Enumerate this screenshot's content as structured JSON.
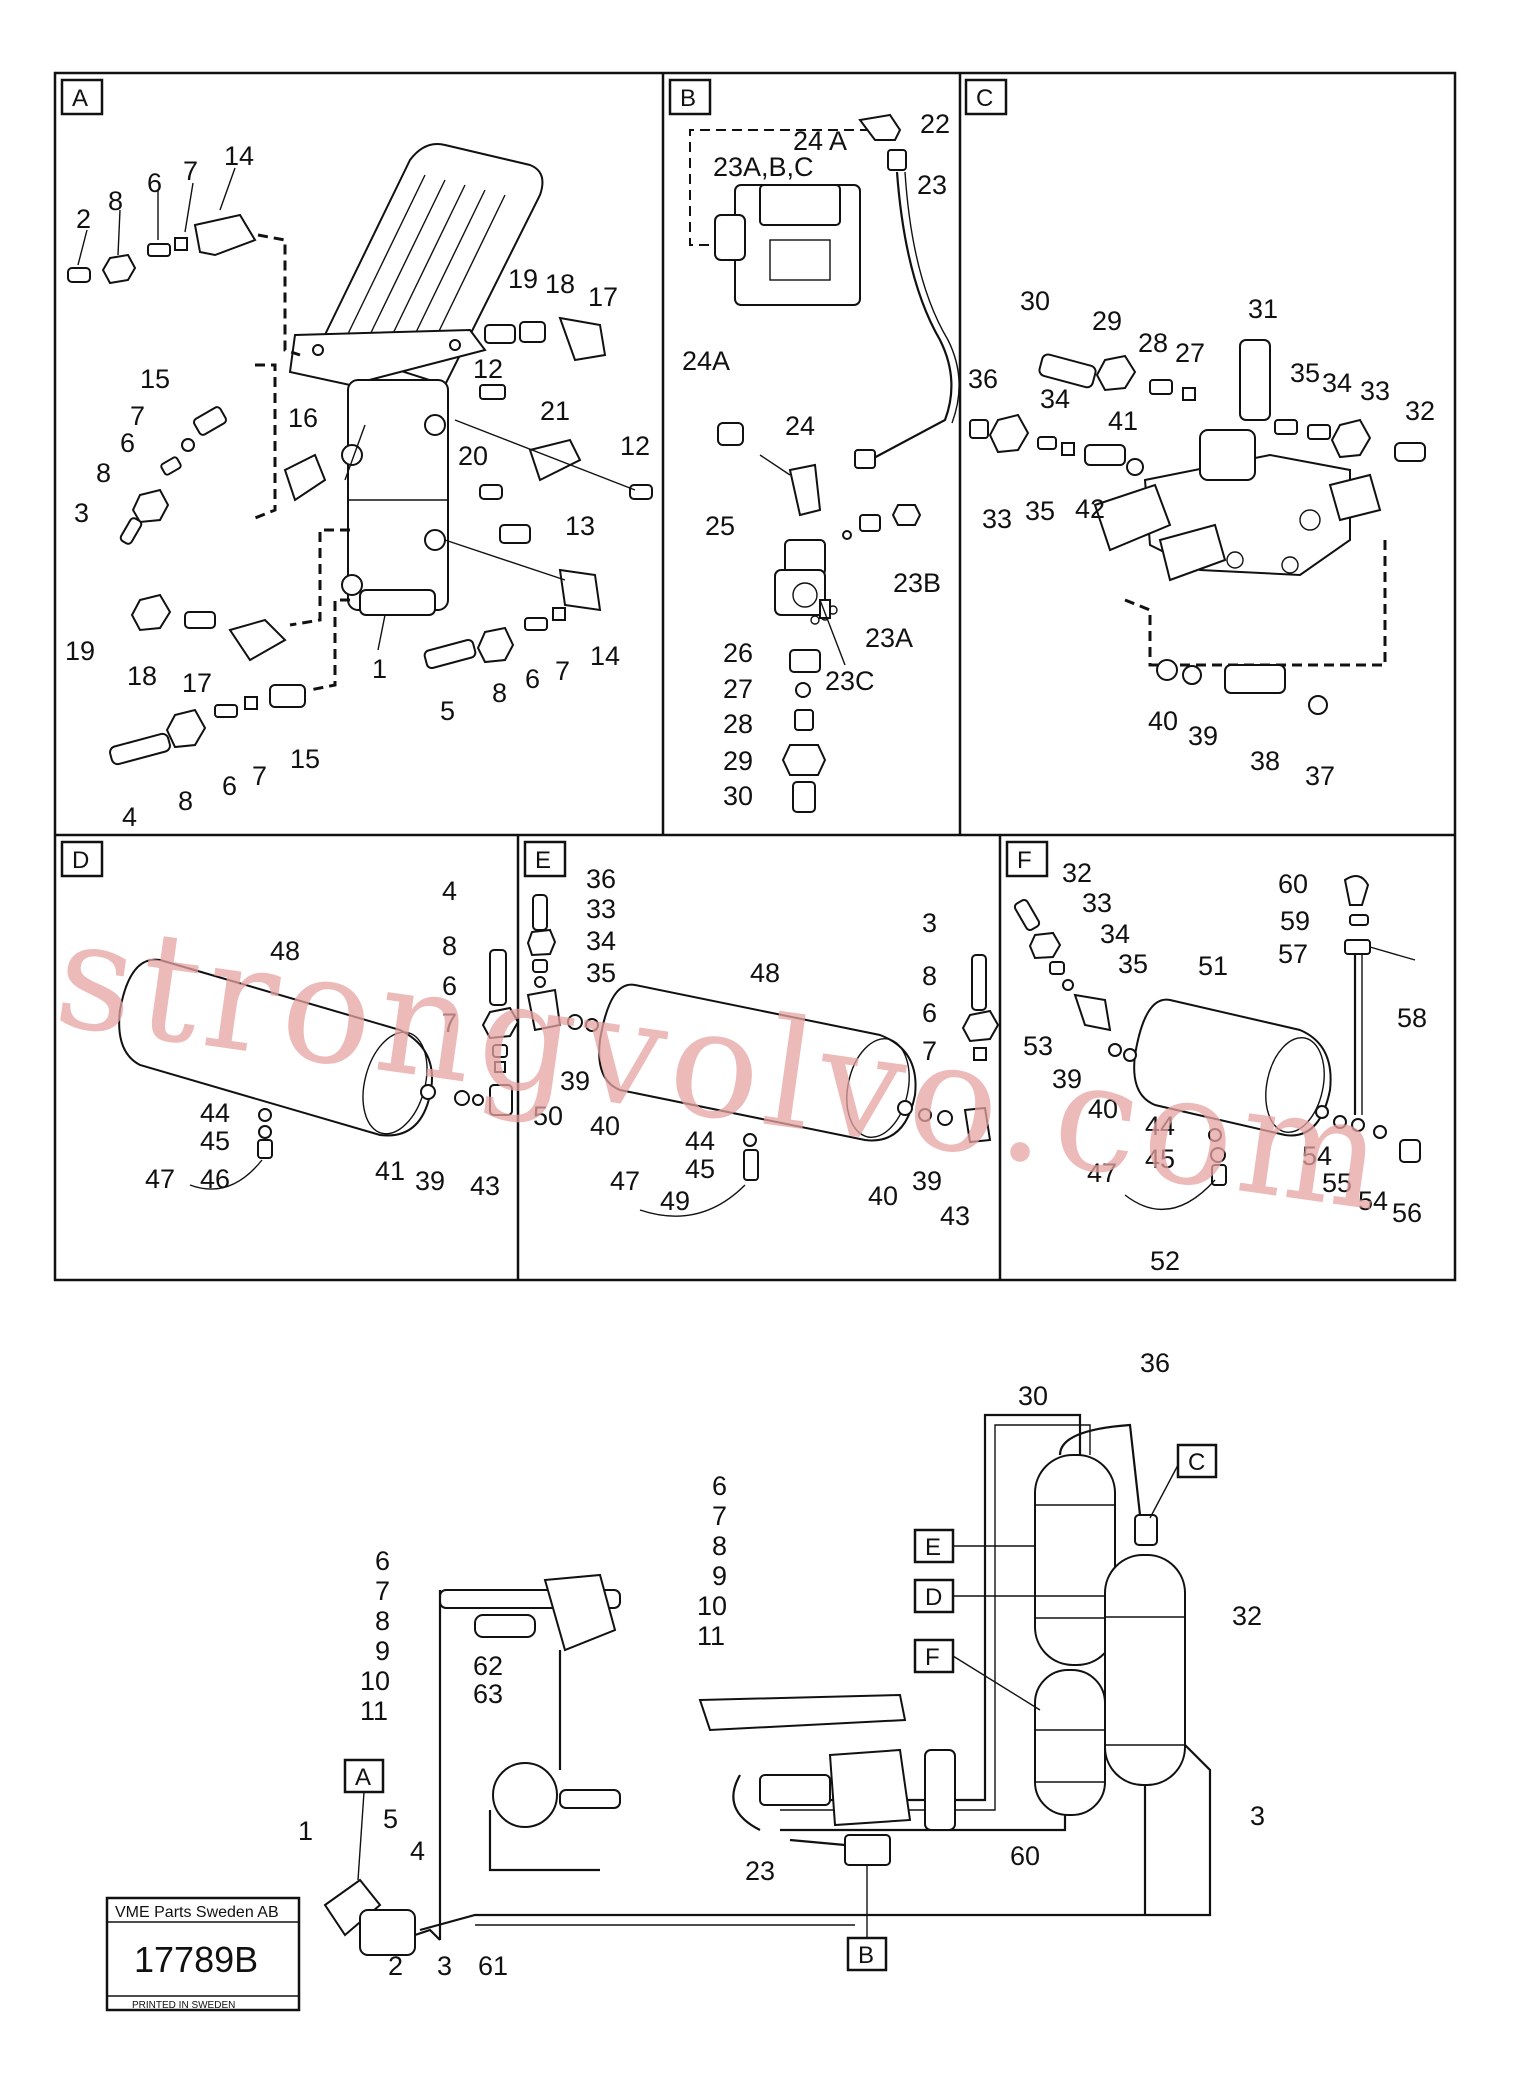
{
  "panels": {
    "A": {
      "letter": "A",
      "labels": [
        "14",
        "7",
        "6",
        "8",
        "2",
        "19",
        "18",
        "17",
        "15",
        "7",
        "6",
        "8",
        "3",
        "16",
        "12",
        "21",
        "20",
        "12",
        "13",
        "19",
        "18",
        "17",
        "1",
        "14",
        "5",
        "8",
        "6",
        "7",
        "4",
        "8",
        "6",
        "7",
        "15"
      ]
    },
    "B": {
      "letter": "B",
      "labels": [
        "22",
        "24 A",
        "23A,B,C",
        "23",
        "24A",
        "24",
        "25",
        "23B",
        "23A",
        "26",
        "23C",
        "27",
        "28",
        "29",
        "30"
      ]
    },
    "C": {
      "letter": "C",
      "labels": [
        "30",
        "29",
        "28",
        "27",
        "31",
        "35",
        "34",
        "33",
        "32",
        "36",
        "34",
        "41",
        "33",
        "35",
        "42",
        "40",
        "39",
        "38",
        "37"
      ]
    },
    "D": {
      "letter": "D",
      "labels": [
        "48",
        "4",
        "8",
        "6",
        "7",
        "44",
        "45",
        "47",
        "46",
        "41",
        "39",
        "43"
      ]
    },
    "E": {
      "letter": "E",
      "labels": [
        "36",
        "33",
        "34",
        "35",
        "48",
        "3",
        "8",
        "6",
        "7",
        "39",
        "50",
        "40",
        "44",
        "45",
        "47",
        "49",
        "40",
        "39",
        "43"
      ]
    },
    "F": {
      "letter": "F",
      "labels": [
        "32",
        "33",
        "34",
        "35",
        "60",
        "59",
        "57",
        "51",
        "58",
        "53",
        "39",
        "40",
        "44",
        "45",
        "47",
        "52",
        "54",
        "55",
        "54",
        "56"
      ]
    }
  },
  "overview": {
    "callouts": {
      "A": "A",
      "B": "B",
      "C": "C",
      "D": "D",
      "E": "E",
      "F": "F"
    },
    "labels": [
      "30",
      "36",
      "6",
      "7",
      "8",
      "9",
      "10",
      "11",
      "6",
      "7",
      "8",
      "9",
      "10",
      "11",
      "62",
      "63",
      "32",
      "1",
      "5",
      "4",
      "3",
      "2",
      "3",
      "61",
      "23",
      "60"
    ]
  },
  "titleblock": {
    "company": "VME Parts Sweden AB",
    "number": "17789B",
    "printed": "PRINTED IN SWEDEN"
  },
  "watermark": "strongvolvo.com"
}
